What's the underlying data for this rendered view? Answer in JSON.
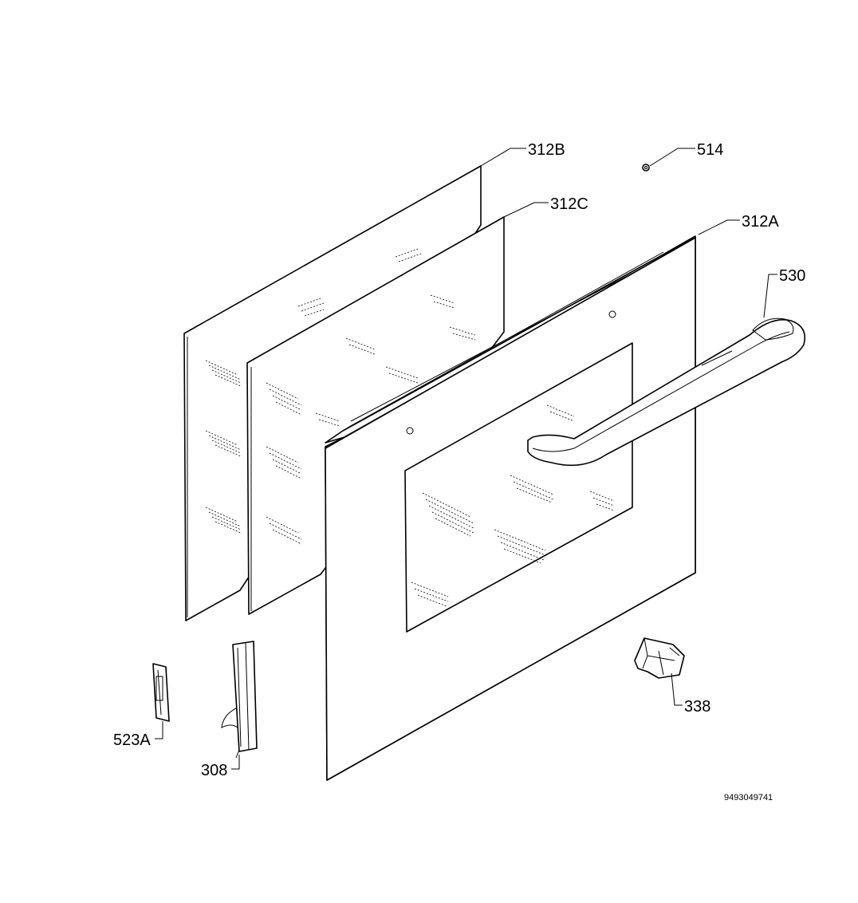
{
  "parts": [
    {
      "id": "glass_312B",
      "label": "312B"
    },
    {
      "id": "glass_312C",
      "label": "312C"
    },
    {
      "id": "door_panel_312A",
      "label": "312A"
    },
    {
      "id": "screw_514",
      "label": "514"
    },
    {
      "id": "handle_530",
      "label": "530"
    },
    {
      "id": "clip_338",
      "label": "338"
    },
    {
      "id": "bracket_523A",
      "label": "523A"
    },
    {
      "id": "hinge_308",
      "label": "308"
    }
  ],
  "document_number": "9493049741"
}
